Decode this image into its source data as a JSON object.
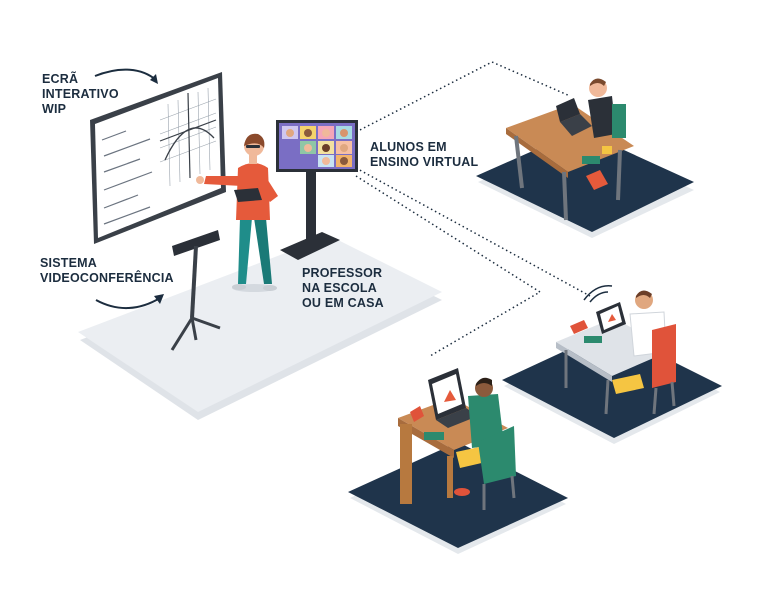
{
  "labels": {
    "interactive_screen": [
      "ECRÃ",
      "INTERATIVO",
      "WIP"
    ],
    "videoconference_system": [
      "SISTEMA",
      "VIDEOCONFERÊNCIA"
    ],
    "teacher": [
      "PROFESSOR",
      "NA ESCOLA",
      "OU EM CASA"
    ],
    "virtual_students": [
      "ALUNOS EM",
      "ENSINO VIRTUAL"
    ]
  },
  "colors": {
    "label_text": "#1c2d3f",
    "platform_light": "#ebeef2",
    "platform_dark": "#1f344b",
    "desk_wood": "#c98a55",
    "teacher_shirt": "#e55a3b",
    "teacher_pants": "#1f8d8a",
    "student_shirt_green": "#2c8a6e",
    "chair_red": "#e0533a",
    "arrow": "#1c2d3f"
  }
}
